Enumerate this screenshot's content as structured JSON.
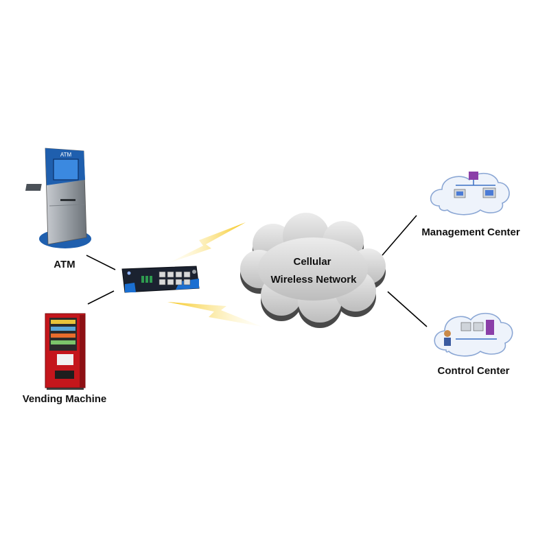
{
  "nodes": {
    "atm": {
      "label": "ATM",
      "screen_text": "ATM"
    },
    "vending": {
      "label": "Vending Machine"
    },
    "router": {
      "label": ""
    },
    "cloud": {
      "line1": "Cellular",
      "line2": "Wireless Network"
    },
    "management": {
      "label": "Management Center"
    },
    "control": {
      "label": "Control Center"
    }
  },
  "colors": {
    "atm_body": "#9aa0a6",
    "atm_blue": "#1f5fae",
    "vending_red": "#c4161c",
    "router_body": "#1b2230",
    "router_blue": "#1b6fd1",
    "lightning": "#f5c518",
    "cloud_fill": "#dadada",
    "lan_cloud": "#eef3fb",
    "lan_cloud_edge": "#8aa6d4",
    "line": "#000000"
  }
}
